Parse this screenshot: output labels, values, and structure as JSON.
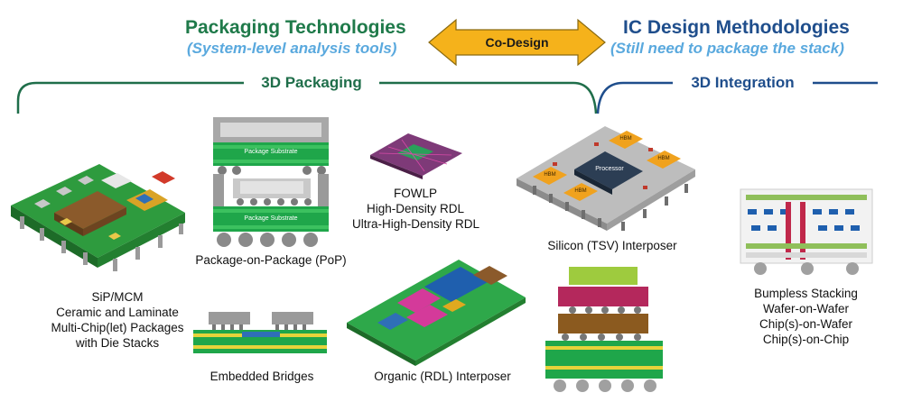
{
  "header": {
    "left_title": "Packaging Technologies",
    "left_subtitle": "(System-level analysis tools)",
    "center_label": "Co-Design",
    "right_title": "IC Design Methodologies",
    "right_subtitle": "(Still need to package the stack)"
  },
  "sections": {
    "packaging": "3D Packaging",
    "integration": "3D Integration"
  },
  "labels": {
    "substrate": "Package Substrate",
    "processor": "Processor",
    "hbm": "HBM"
  },
  "captions": {
    "sip": [
      "SiP/MCM",
      "Ceramic and Laminate",
      "Multi-Chip(let) Packages",
      "with Die Stacks"
    ],
    "pop": "Package-on-Package (PoP)",
    "fowlp": [
      "FOWLP",
      "High-Density RDL",
      "Ultra-High-Density RDL"
    ],
    "bridges": "Embedded Bridges",
    "organic": "Organic (RDL) Interposer",
    "silicon": "Silicon (TSV) Interposer",
    "bumpless": [
      "Bumpless Stacking",
      "Wafer-on-Wafer",
      "Chip(s)-on-Wafer",
      "Chip(s)-on-Chip"
    ]
  },
  "colors": {
    "green_title": "#1f7a4a",
    "blue_title": "#1f4e8c",
    "subtitle_blue": "#5aa9de",
    "arrow_fill": "#f5b21b",
    "board_green": "#2e9b3e"
  }
}
